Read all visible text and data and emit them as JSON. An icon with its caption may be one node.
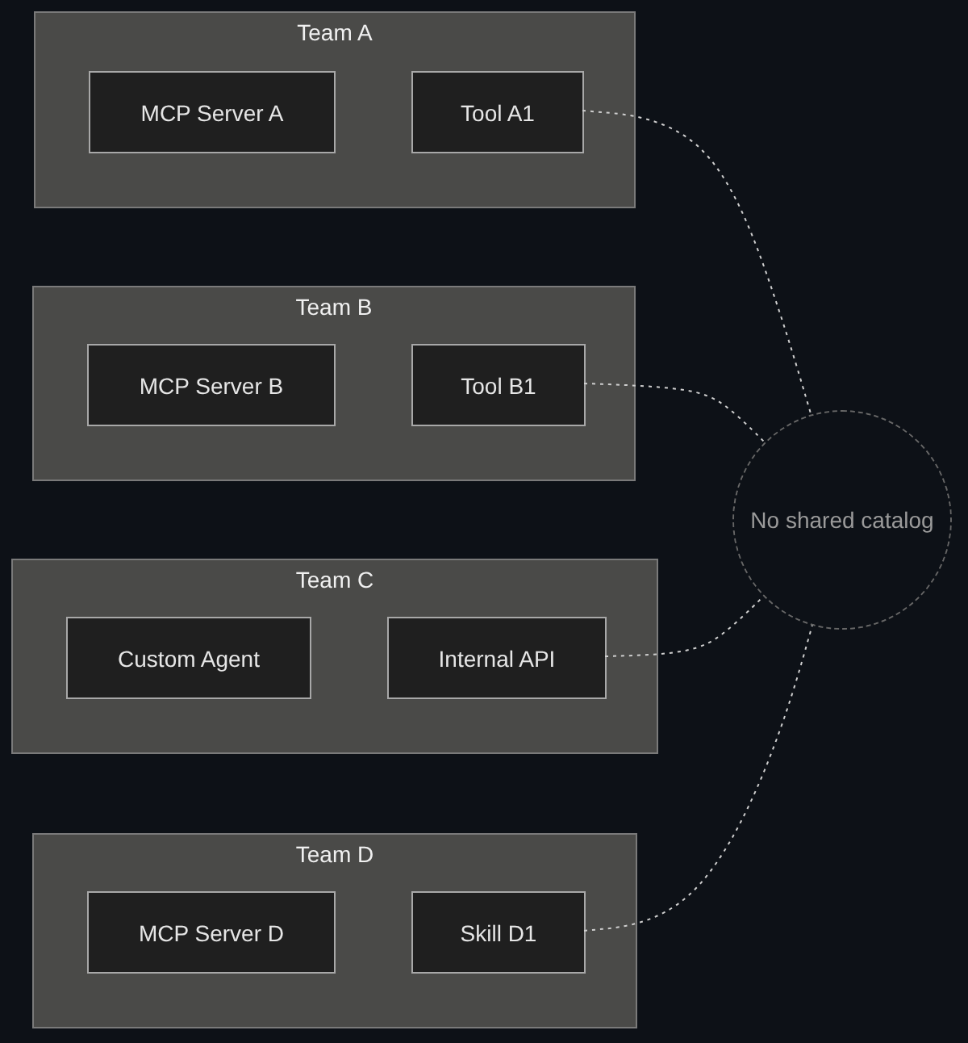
{
  "diagram": {
    "nodes": [
      {
        "text": [
          "Team A"
        ]
      },
      {
        "text": [
          "MCP Server A"
        ],
        "in": 0
      },
      {
        "text": [
          "Tool A1"
        ],
        "in": 0
      },
      {
        "text": [
          "Team B"
        ]
      },
      {
        "text": [
          "MCP Server B"
        ],
        "in": 3
      },
      {
        "text": [
          "Tool B1"
        ],
        "in": 3
      },
      {
        "text": [
          "Team C"
        ]
      },
      {
        "text": [
          "Custom Agent"
        ],
        "in": 6
      },
      {
        "text": [
          "Internal API"
        ],
        "in": 6
      },
      {
        "text": [
          "Team D"
        ]
      },
      {
        "text": [
          "MCP Server D"
        ],
        "in": 9
      },
      {
        "text": [
          "Skill D1"
        ],
        "in": 9
      },
      {
        "text": [
          "No shared catalog"
        ]
      }
    ],
    "edges": [
      {
        "from": 2,
        "to": 12,
        "arrow": "none",
        "style": "dashed"
      },
      {
        "from": 5,
        "to": 12,
        "arrow": "none",
        "style": "dashed"
      },
      {
        "from": 8,
        "to": 12,
        "arrow": "none",
        "style": "dashed"
      },
      {
        "from": 11,
        "to": 12,
        "arrow": "none",
        "style": "dashed"
      }
    ]
  }
}
